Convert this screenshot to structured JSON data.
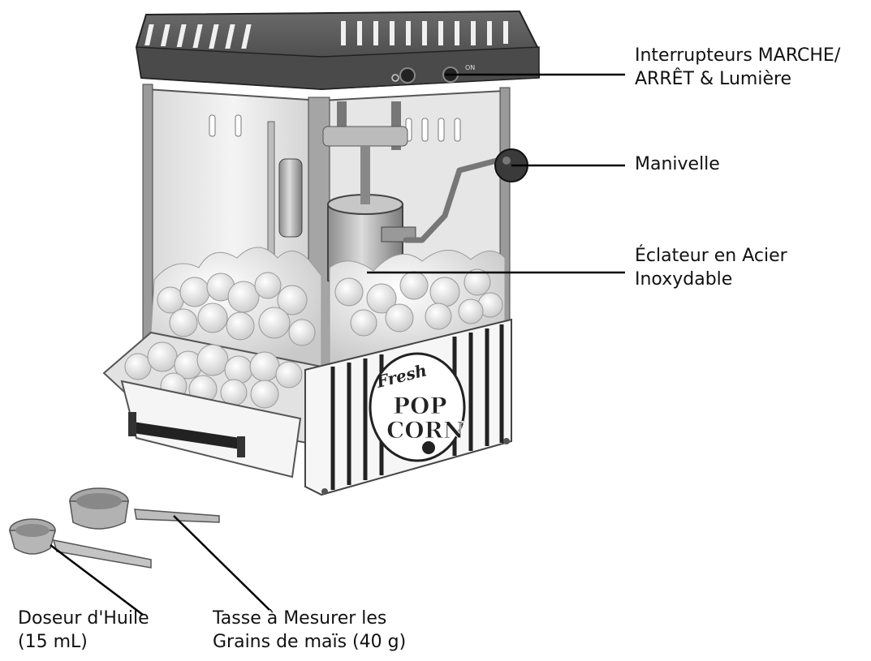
{
  "callouts": {
    "switches": {
      "line1": "Interrupteurs MARCHE/",
      "line2": "ARRÊT & Lumière"
    },
    "crank": {
      "line1": "Manivelle"
    },
    "kettle": {
      "line1": "Éclateur en Acier",
      "line2": "Inoxydable"
    },
    "oil_scoop": {
      "line1": "Doseur d'Huile",
      "line2": "(15 mL)"
    },
    "kernel_cup": {
      "line1": "Tasse à Mesurer les",
      "line2": "Grains de maïs (40 g)"
    }
  },
  "machine": {
    "sign_word_1": "Fresh",
    "sign_word_2": "POP",
    "sign_word_3": "CORN",
    "switch_mark": "ON"
  }
}
